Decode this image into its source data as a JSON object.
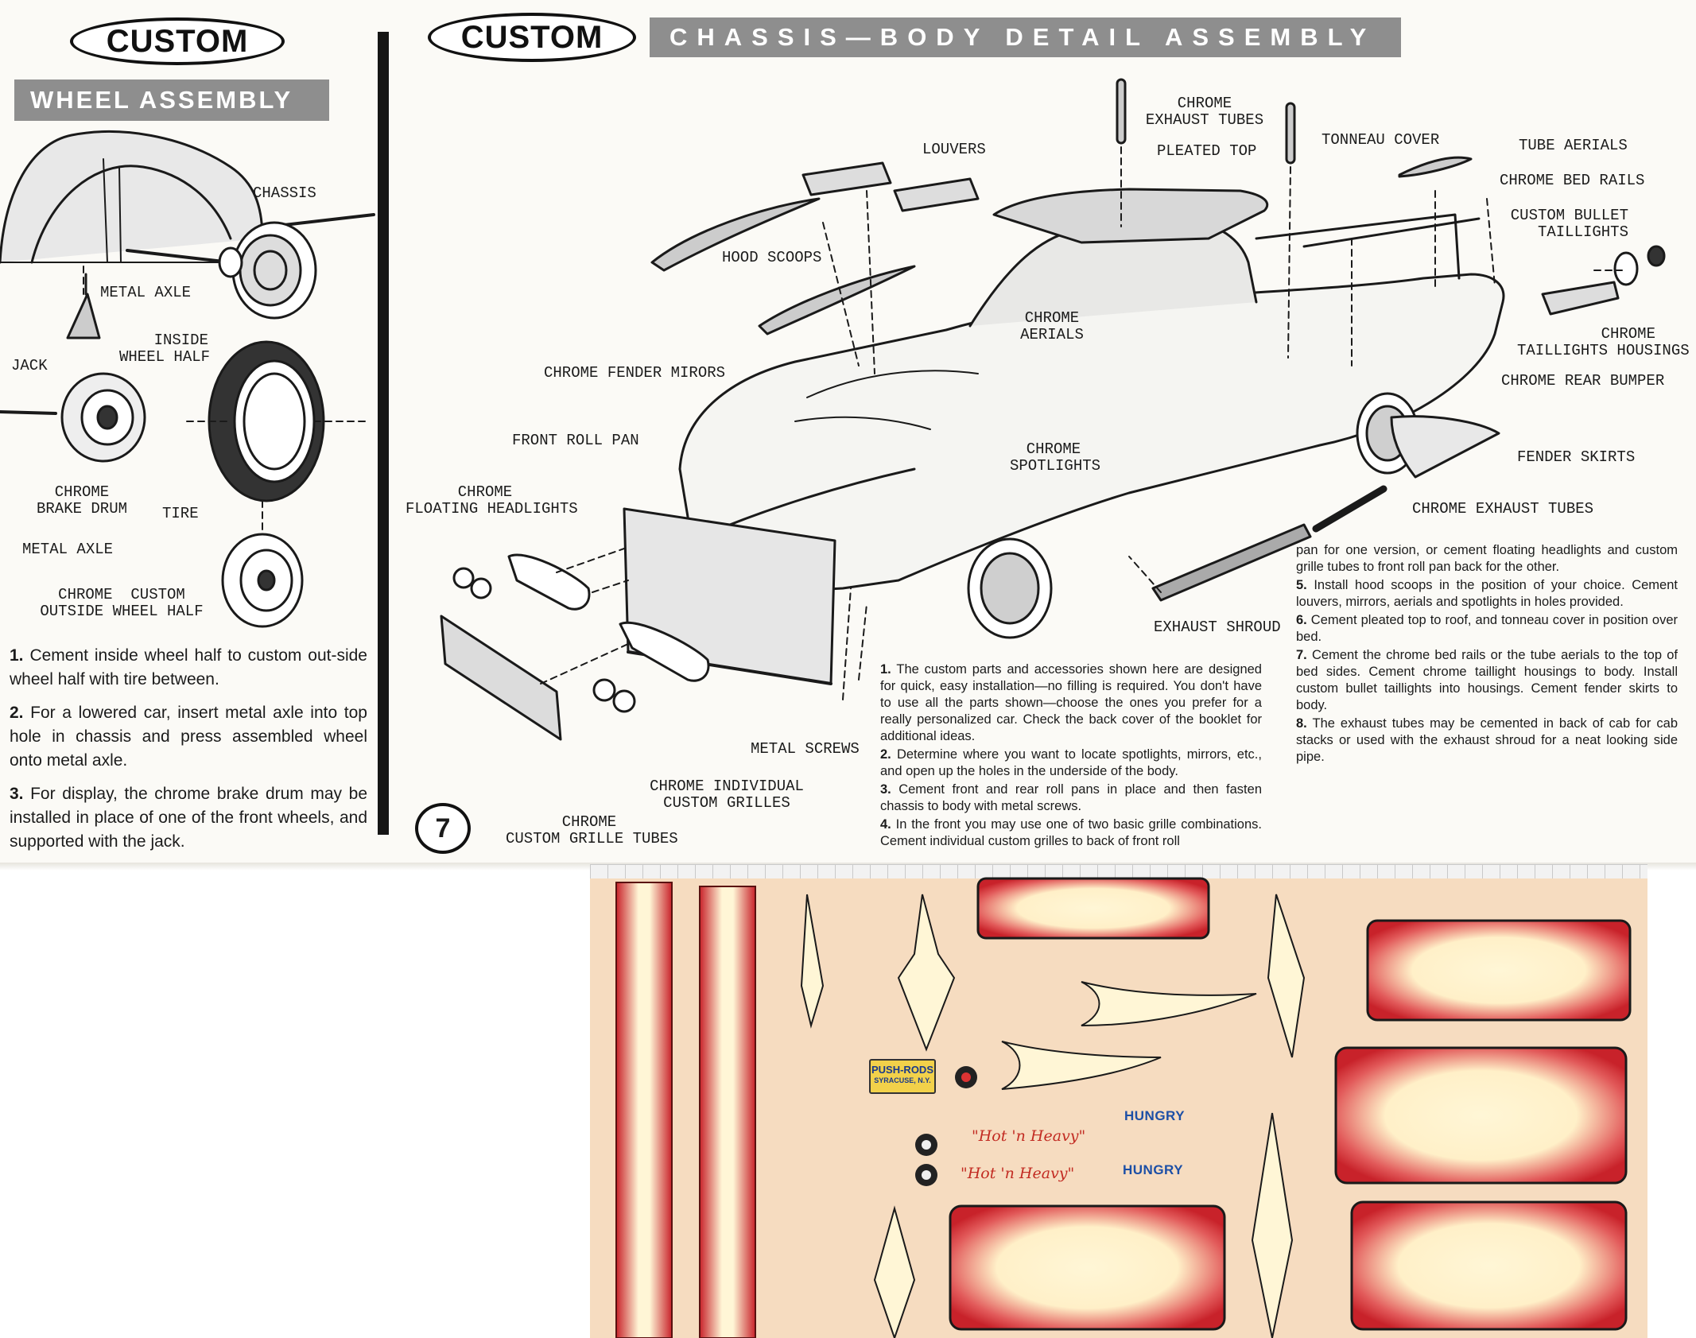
{
  "left_panel": {
    "logo": "CUSTOM",
    "title": "WHEEL ASSEMBLY",
    "labels": {
      "chassis": "CHASSIS",
      "metal_axle_top": "METAL AXLE",
      "jack": "JACK",
      "inside_wheel_half": "INSIDE\nWHEEL HALF",
      "chrome_brake_drum": "CHROME\nBRAKE DRUM",
      "tire": "TIRE",
      "metal_axle_bottom": "METAL AXLE",
      "chrome_custom_outside_wheel_half": "CHROME  CUSTOM\nOUTSIDE WHEEL HALF"
    },
    "steps": [
      {
        "num": "1.",
        "text": "Cement inside wheel half to custom out-side wheel half with tire between."
      },
      {
        "num": "2.",
        "text": "For a lowered car, insert metal axle into top hole in chassis and press assembled wheel onto metal axle."
      },
      {
        "num": "3.",
        "text": "For display, the chrome brake drum may be installed in place of one of the front wheels, and supported with the jack."
      }
    ]
  },
  "right_panel": {
    "logo": "CUSTOM",
    "title": "CHASSIS—BODY DETAIL ASSEMBLY",
    "labels": {
      "chrome_exhaust_tubes_top": "CHROME\nEXHAUST TUBES",
      "louvers": "LOUVERS",
      "pleated_top": "PLEATED TOP",
      "tonneau_cover": "TONNEAU COVER",
      "tube_aerials": "TUBE AERIALS",
      "chrome_bed_rails": "CHROME BED RAILS",
      "custom_bullet_taillights": "CUSTOM BULLET\nTAILLIGHTS",
      "hood_scoops": "HOOD SCOOPS",
      "chrome_aerials": "CHROME\nAERIALS",
      "chrome_taillights_housings": "CHROME\nTAILLIGHTS HOUSINGS",
      "chrome_fender_mirors": "CHROME FENDER MIRORS",
      "chrome_rear_bumper": "CHROME REAR BUMPER",
      "front_roll_pan": "FRONT ROLL PAN",
      "chrome_spotlights": "CHROME\nSPOTLIGHTS",
      "fender_skirts": "FENDER SKIRTS",
      "chrome_floating_headlights": "CHROME\nFLOATING HEADLIGHTS",
      "chrome_exhaust_tubes_side": "CHROME EXHAUST TUBES",
      "exhaust_shroud": "EXHAUST SHROUD",
      "metal_screws": "METAL SCREWS",
      "chrome_individual_custom_grilles": "CHROME INDIVIDUAL\nCUSTOM GRILLES",
      "chrome_custom_grille_tubes": "CHROME\nCUSTOM GRILLE TUBES"
    },
    "page_number": "7",
    "steps_col1": [
      {
        "num": "1.",
        "text": "The custom parts and accessories shown here are designed for quick, easy installation—no filling is required. You don't have to use all the parts shown—choose the ones you prefer for a really personalized car. Check the back cover of the booklet for additional ideas."
      },
      {
        "num": "2.",
        "text": "Determine where you want to locate spotlights, mirrors, etc., and open up the holes in the underside of the body."
      },
      {
        "num": "3.",
        "text": "Cement front and rear roll pans in place and then fasten chassis to body with metal screws."
      },
      {
        "num": "4.",
        "text": "In the front you may use one of two basic grille combinations. Cement individual custom grilles to back of front roll"
      }
    ],
    "steps_col2_lead": "pan for one version, or cement floating headlights and custom grille tubes to front roll pan back for the other.",
    "steps_col2": [
      {
        "num": "5.",
        "text": "Install hood scoops in the position of your choice. Cement louvers, mirrors, aerials and spotlights in holes provided."
      },
      {
        "num": "6.",
        "text": "Cement pleated top to roof, and tonneau cover in position over bed."
      },
      {
        "num": "7.",
        "text": "Cement the chrome bed rails or the tube aerials to the top of bed sides. Cement chrome taillight housings to body. Install custom bullet taillights into housings. Cement fender skirts to body."
      },
      {
        "num": "8.",
        "text": "The exhaust tubes may be cemented in back of cab for cab stacks or used with the exhaust shroud for a neat looking side pipe."
      }
    ]
  },
  "decal_sheet": {
    "plate_line1": "PUSH-RODS",
    "plate_line2": "SYRACUSE, N.Y.",
    "script_1": "\"Hot 'n Heavy\"",
    "script_2": "\"Hot 'n Heavy\"",
    "logo_1": "HUNGRY",
    "logo_2": "HUNGRY",
    "colors": {
      "paper": "#f6dcc0",
      "red": "#c8222a",
      "cream": "#fff6d6",
      "yellow": "#f2d14a",
      "blue": "#1c4fa6"
    }
  }
}
